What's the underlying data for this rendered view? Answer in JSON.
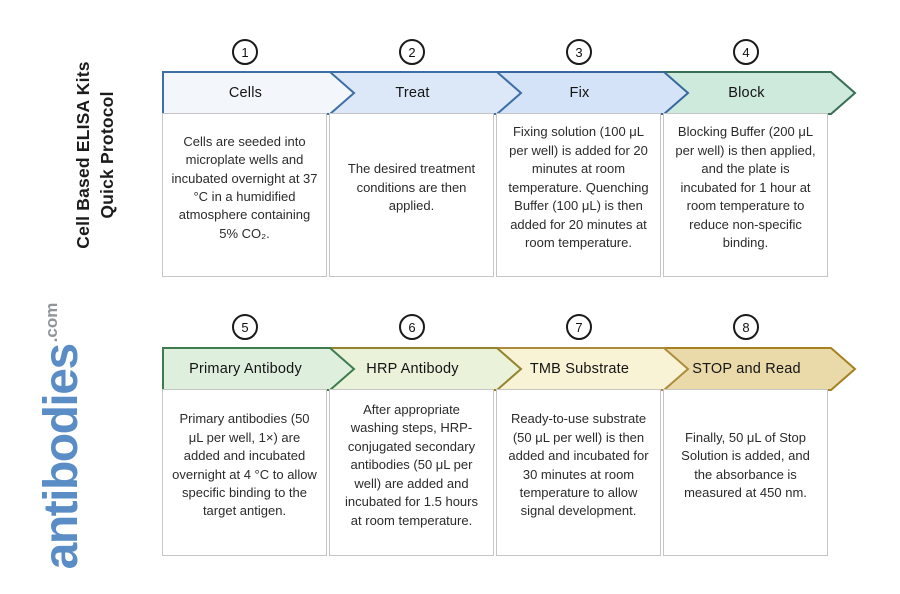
{
  "branding": {
    "vertical_title_line1": "Cell Based ELISA Kits",
    "vertical_title_line2": "Quick Protocol",
    "logo_text": "antibodies",
    "logo_tld": ".com",
    "logo_color": "#5a8dc5",
    "logo_tld_color": "#8f959a"
  },
  "steps": [
    {
      "number": "1",
      "label": "Cells",
      "fill": "#f3f7fc",
      "border": "#3d6fa5",
      "description": "Cells are seeded into microplate wells and incubated overnight at 37 °C in a humidified atmosphere containing 5% CO₂."
    },
    {
      "number": "2",
      "label": "Treat",
      "fill": "#dce7f8",
      "border": "#3d6fa5",
      "description": "The desired treatment conditions are then applied."
    },
    {
      "number": "3",
      "label": "Fix",
      "fill": "#d4e3f7",
      "border": "#39689e",
      "description": "Fixing solution (100 μL per well) is added for 20 minutes at room temperature. Quenching Buffer (100 μL) is then added for 20 minutes at room temperature."
    },
    {
      "number": "4",
      "label": "Block",
      "fill": "#cdeadd",
      "border": "#376e54",
      "description": "Blocking Buffer (200 μL per well) is then applied, and the plate is incubated for 1 hour at room temperature to reduce non-specific binding."
    },
    {
      "number": "5",
      "label": "Primary Antibody",
      "fill": "#def0dd",
      "border": "#3e7c4f",
      "description": "Primary antibodies (50 μL per well, 1×) are added and incubated overnight at 4 °C to allow specific binding to the target antigen."
    },
    {
      "number": "6",
      "label": "HRP Antibody",
      "fill": "#eaf2da",
      "border": "#94842f",
      "description": "After appropriate washing steps, HRP-conjugated secondary antibodies (50 μL per well) are added and incubated for 1.5 hours at room temperature."
    },
    {
      "number": "7",
      "label": "TMB Substrate",
      "fill": "#f9f3d5",
      "border": "#ad8c3e",
      "description": "Ready-to-use substrate (50 μL per well) is then added and incubated for 30 minutes at room temperature to allow signal development."
    },
    {
      "number": "8",
      "label": "STOP and Read",
      "fill": "#ebdaa9",
      "border": "#a5811f",
      "description": "Finally, 50 μL of Stop Solution is added, and the absorbance is measured at 450 nm."
    }
  ]
}
